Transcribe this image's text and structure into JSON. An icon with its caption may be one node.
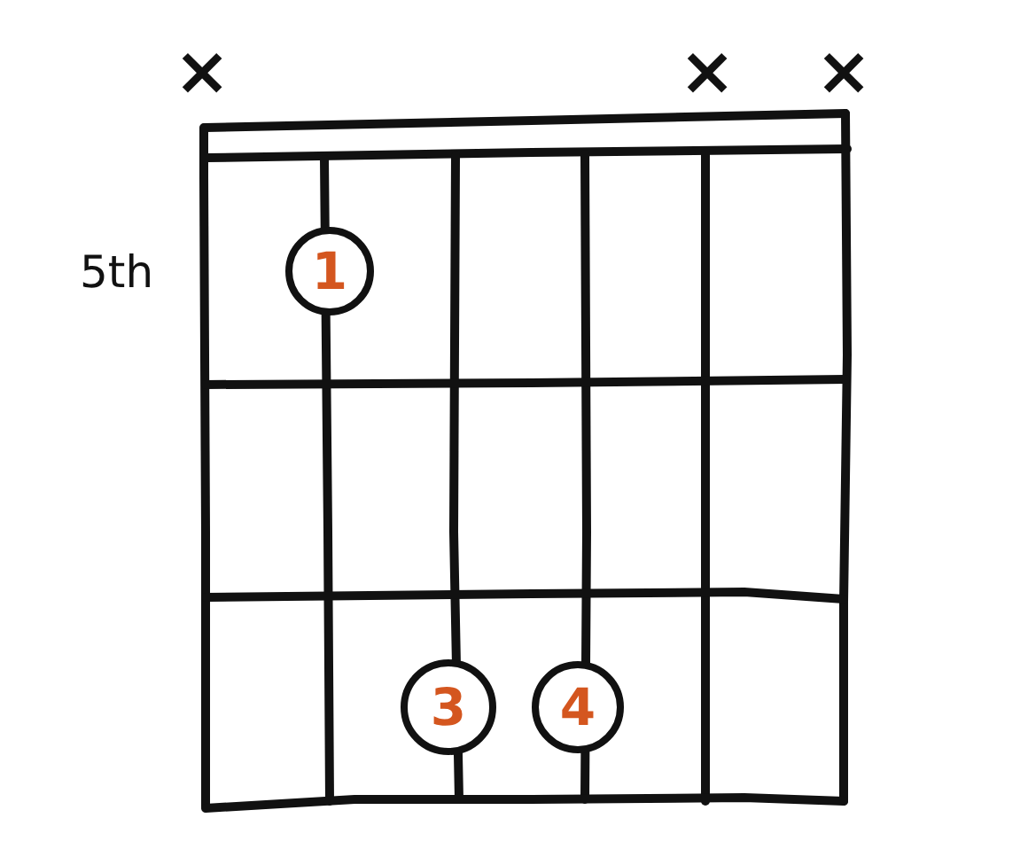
{
  "diagram": {
    "nodes": [
      {
        "text": [
          "1"
        ]
      },
      {
        "text": [
          "3"
        ]
      },
      {
        "text": [
          "4"
        ]
      }
    ],
    "labels": [
      "×",
      "×",
      "×",
      "5th"
    ]
  }
}
